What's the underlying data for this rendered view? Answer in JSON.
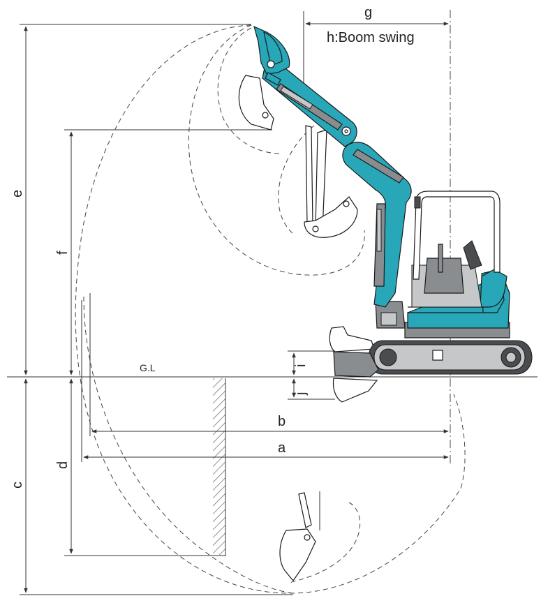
{
  "labels": {
    "a": "a",
    "b": "b",
    "c": "c",
    "d": "d",
    "e": "e",
    "f": "f",
    "g": "g",
    "h": "h:Boom swing",
    "i": "i",
    "j": "j",
    "gl": "G.L"
  },
  "colors": {
    "machine_body": "#27a7b7",
    "frame": "#8a8d90",
    "lines": "#333333"
  },
  "icons": {
    "machine": "mini-excavator-side-view",
    "trench": "hatched-trench-wall"
  }
}
